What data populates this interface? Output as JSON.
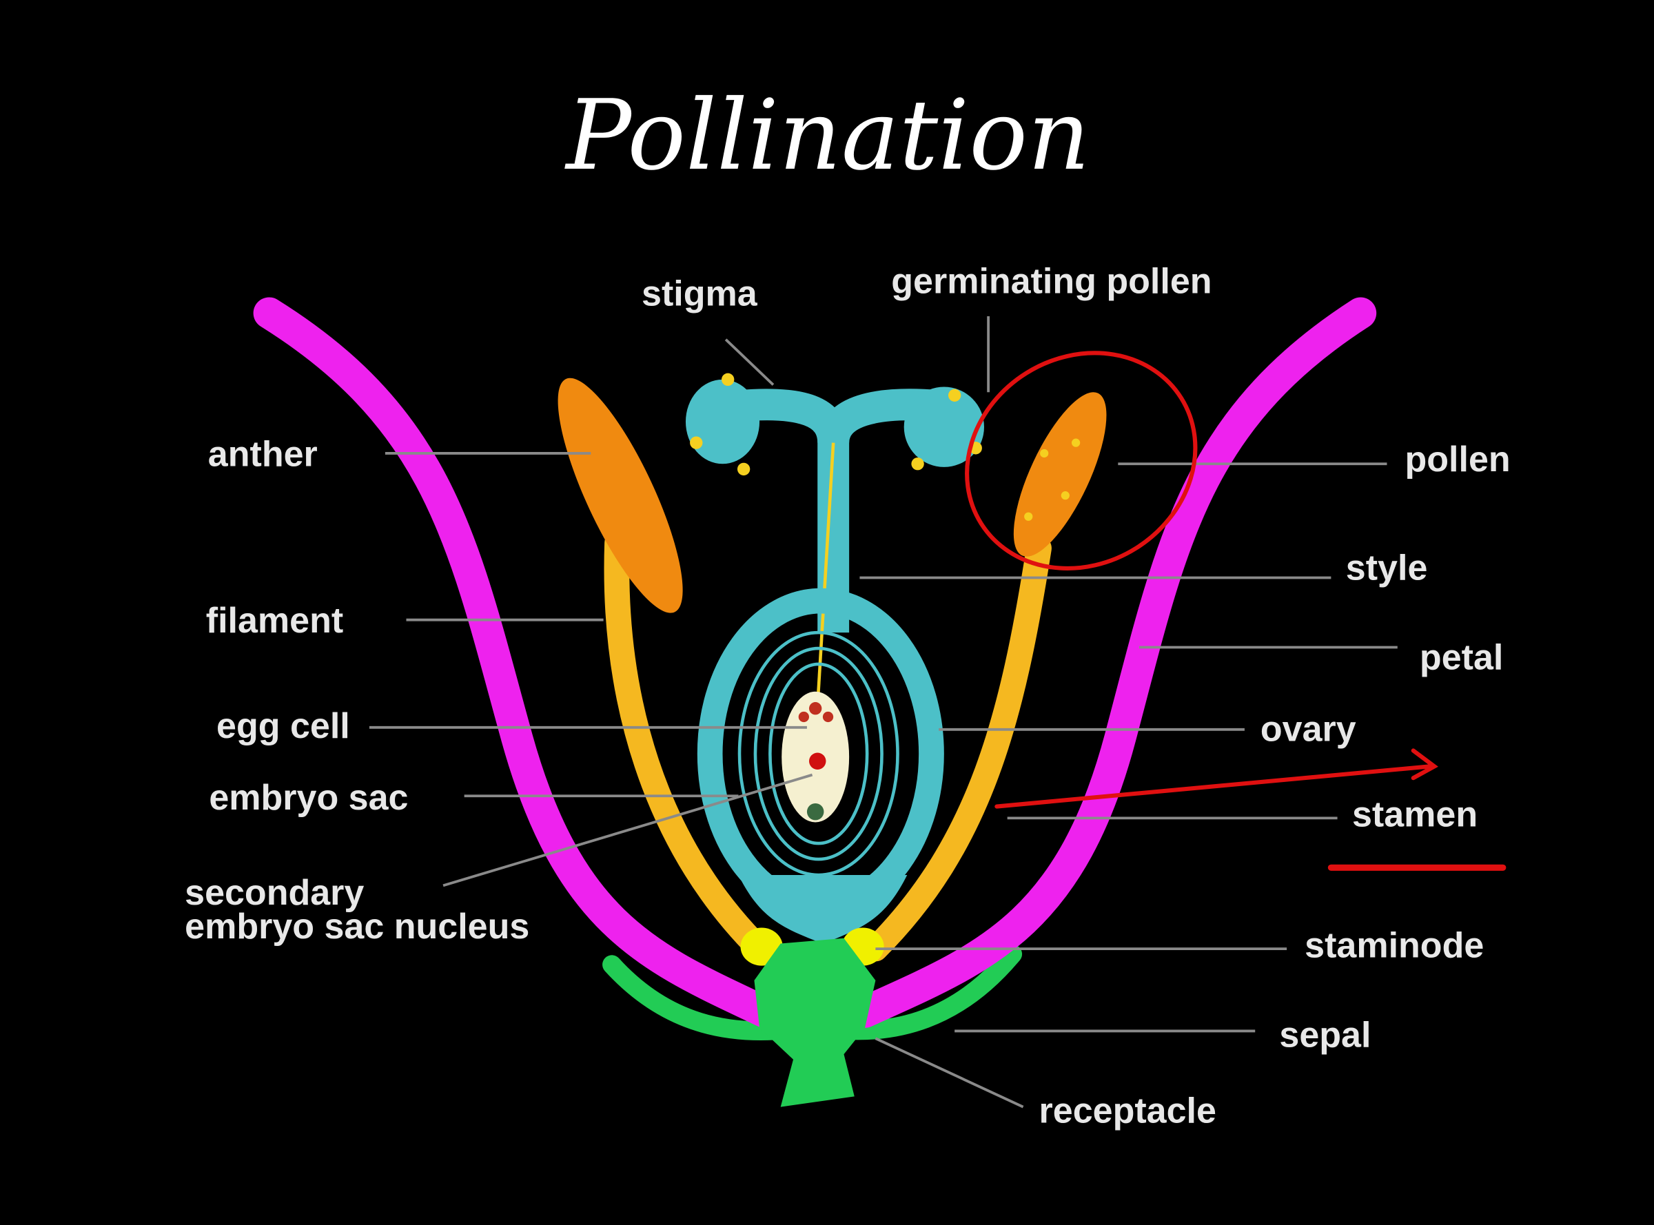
{
  "title": "Pollination",
  "labels": {
    "stigma": "stigma",
    "germinating_pollen": "germinating pollen",
    "anther": "anther",
    "filament": "filament",
    "egg_cell": "egg cell",
    "embryo_sac": "embryo sac",
    "secondary_line1": "secondary",
    "secondary_line2": "embryo sac nucleus",
    "pollen": "pollen",
    "style": "style",
    "petal": "petal",
    "ovary": "ovary",
    "stamen": "stamen",
    "staminode": "staminode",
    "sepal": "sepal",
    "receptacle": "receptacle"
  },
  "colors": {
    "background": "#000000",
    "petal": "#ee22ee",
    "filament": "#f5b820",
    "anther": "#f08a10",
    "pistil": "#4cc0c8",
    "receptacle": "#22cc55",
    "staminode": "#f0f000",
    "annotation": "#e01010"
  }
}
